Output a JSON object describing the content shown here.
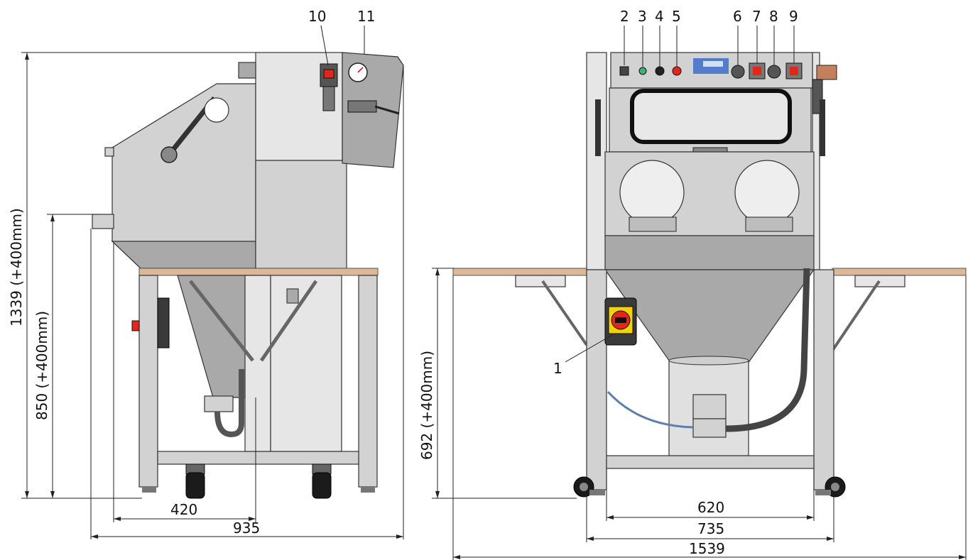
{
  "colors": {
    "line": "#222222",
    "steel": "#d2d2d2",
    "steel_dark": "#a9a9a9",
    "table_top": "#dcb897",
    "switch_red": "#e3261b",
    "switch_yellow": "#f2d20a",
    "indicator_green": "#3cb371"
  },
  "callouts": {
    "c1": "1",
    "c2": "2",
    "c3": "3",
    "c4": "4",
    "c5": "5",
    "c6": "6",
    "c7": "7",
    "c8": "8",
    "c9": "9",
    "c10": "10",
    "c11": "11"
  },
  "dimensions": {
    "side_total_height": "1339 (+400mm)",
    "side_table_height": "850 (+400mm)",
    "side_depth_inner": "420",
    "side_depth_total": "935",
    "front_table_height": "692 (+400mm)",
    "front_inner_width": "620",
    "front_frame_width": "735",
    "front_total_width": "1539"
  }
}
